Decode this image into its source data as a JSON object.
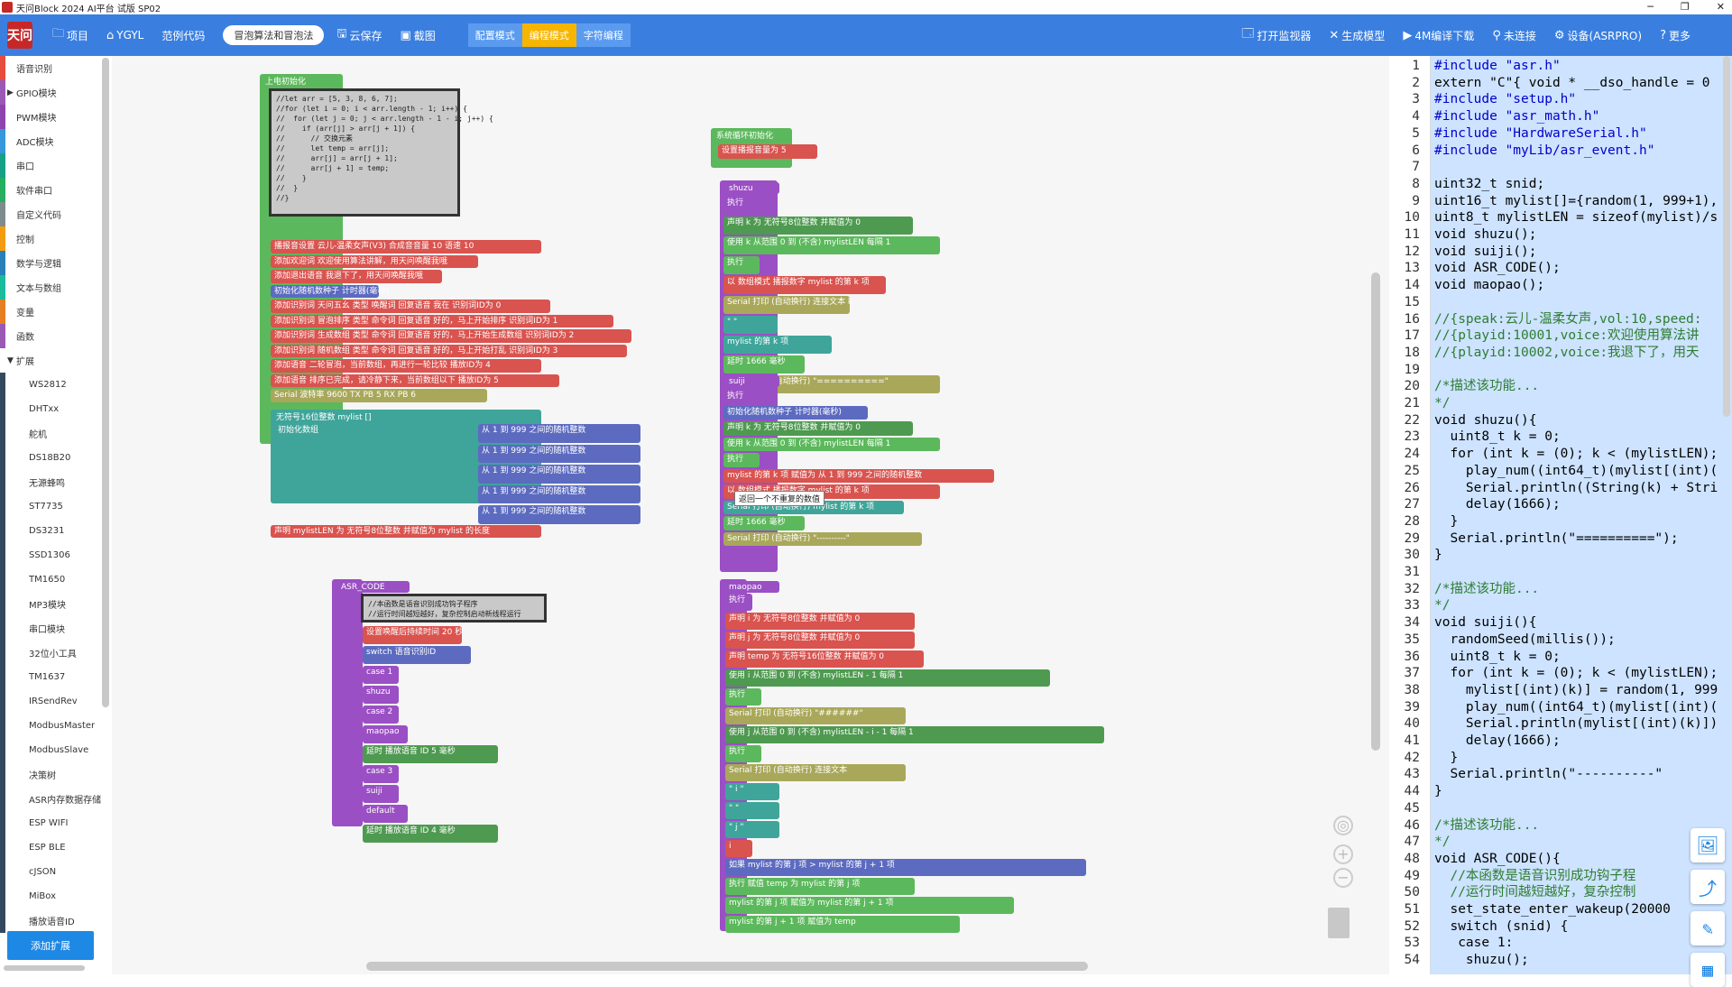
{
  "window": {
    "title": "天问Block 2024 AI平台 试版 SP02",
    "controls": [
      "─",
      "❐",
      "✕"
    ]
  },
  "toolbar": {
    "logo": "天问",
    "items": [
      {
        "icon": "folder-icon",
        "glyph": "🗀",
        "label": "项目"
      },
      {
        "icon": "home-icon",
        "glyph": "⌂",
        "label": "YGYL"
      },
      {
        "icon": "",
        "glyph": "",
        "label": "范例代码"
      }
    ],
    "project_name": "冒泡算法和冒泡法",
    "items2": [
      {
        "icon": "cloud-save-icon",
        "glyph": "🖫",
        "label": "云保存"
      },
      {
        "icon": "screenshot-icon",
        "glyph": "▣",
        "label": "截图"
      }
    ],
    "modes": [
      "配置模式",
      "编程模式",
      "字符编程"
    ],
    "active_mode": "编程模式",
    "right": [
      {
        "icon": "monitor-icon",
        "glyph": "🗔",
        "label": "打开监视器"
      },
      {
        "icon": "tool-icon",
        "glyph": "✕",
        "label": "生成模型"
      },
      {
        "icon": "download-icon",
        "glyph": "▶",
        "label": "4M编译下载"
      },
      {
        "icon": "link-icon",
        "glyph": "⚲",
        "label": "未连接"
      },
      {
        "icon": "gear-icon",
        "glyph": "⚙",
        "label": "设备(ASRPRO)"
      },
      {
        "icon": "help-icon",
        "glyph": "?",
        "label": "更多"
      }
    ]
  },
  "sidebar": {
    "categories": [
      {
        "label": "语音识别",
        "color": "#e74c3c",
        "sub": false
      },
      {
        "label": "GPIO模块",
        "color": "#9b59b6",
        "sub": false,
        "arrow": "▶"
      },
      {
        "label": "PWM模块",
        "color": "#8e44ad",
        "sub": false
      },
      {
        "label": "ADC模块",
        "color": "#3498db",
        "sub": false
      },
      {
        "label": "串口",
        "color": "#16a085",
        "sub": false
      },
      {
        "label": "软件串口",
        "color": "#27ae60",
        "sub": false
      },
      {
        "label": "自定义代码",
        "color": "#7f8c8d",
        "sub": false
      },
      {
        "label": "控制",
        "color": "#f39c12",
        "sub": false
      },
      {
        "label": "数学与逻辑",
        "color": "#2980b9",
        "sub": false
      },
      {
        "label": "文本与数组",
        "color": "#1abc9c",
        "sub": false
      },
      {
        "label": "变量",
        "color": "#e67e22",
        "sub": false
      },
      {
        "label": "函数",
        "color": "#9b59b6",
        "sub": false
      },
      {
        "label": "扩展",
        "color": "#ffffff",
        "sub": false,
        "arrow": "▼"
      },
      {
        "label": "WS2812",
        "color": "#34495e",
        "sub": true
      },
      {
        "label": "DHTxx",
        "color": "#34495e",
        "sub": true
      },
      {
        "label": "舵机",
        "color": "#34495e",
        "sub": true
      },
      {
        "label": "DS18B20",
        "color": "#34495e",
        "sub": true
      },
      {
        "label": "无源蜂鸣",
        "color": "#34495e",
        "sub": true
      },
      {
        "label": "ST7735",
        "color": "#34495e",
        "sub": true
      },
      {
        "label": "DS3231",
        "color": "#34495e",
        "sub": true
      },
      {
        "label": "SSD1306",
        "color": "#34495e",
        "sub": true
      },
      {
        "label": "TM1650",
        "color": "#34495e",
        "sub": true
      },
      {
        "label": "MP3模块",
        "color": "#34495e",
        "sub": true
      },
      {
        "label": "串口模块",
        "color": "#34495e",
        "sub": true
      },
      {
        "label": "32位小工具",
        "color": "#34495e",
        "sub": true
      },
      {
        "label": "TM1637",
        "color": "#34495e",
        "sub": true
      },
      {
        "label": "IRSendRev",
        "color": "#34495e",
        "sub": true
      },
      {
        "label": "ModbusMaster",
        "color": "#34495e",
        "sub": true
      },
      {
        "label": "ModbusSlave",
        "color": "#34495e",
        "sub": true
      },
      {
        "label": "决策树",
        "color": "#34495e",
        "sub": true
      },
      {
        "label": "ASR内存数据存储",
        "color": "#34495e",
        "sub": true
      },
      {
        "label": "ESP WIFI",
        "color": "#34495e",
        "sub": true
      },
      {
        "label": "ESP BLE",
        "color": "#34495e",
        "sub": true
      },
      {
        "label": "cJSON",
        "color": "#34495e",
        "sub": true
      },
      {
        "label": "MiBox",
        "color": "#34495e",
        "sub": true
      },
      {
        "label": "播放语音ID",
        "color": "#34495e",
        "sub": true
      }
    ],
    "add_extension": "添加扩展"
  },
  "blocks": {
    "init_label": "上电初始化",
    "init_comment": "//let arr = [5, 3, 8, 6, 7];\n//for (let i = 0; i < arr.length - 1; i++) {\n//  for (let j = 0; j < arr.length - 1 - i; j++) {\n//    if (arr[j] > arr[j + 1]) {\n//      // 交换元素\n//      let temp = arr[j];\n//      arr[j] = arr[j + 1];\n//      arr[j + 1] = temp;\n//    }\n//  }\n//}",
    "init_rows": [
      "播报音设置 云儿-温柔女声(V3) 合成音音量 10 语速 10",
      "添加欢迎词 欢迎使用算法讲解，用天问唤醒我哦",
      "添加退出语音 我退下了，用天问唤醒我哦",
      "初始化随机数种子 计时器(毫秒)",
      "添加识别词 天问五幺 类型 唤醒词 回复语音 我在 识别词ID为 0",
      "添加识别词 冒泡排序 类型 命令词 回复语音 好的，马上开始排序 识别词ID为 1",
      "添加识别词 生成数组 类型 命令词 回复语音 好的，马上开始生成数组 识别词ID为 2",
      "添加识别词 随机数组 类型 命令词 回复语音 好的，马上开始打乱 识别词ID为 3",
      "添加语音 二轮冒泡，当前数组，再进行一轮比较 播放ID为 4",
      "添加语音 排序已完成，请冷静下来，当前数组以下 播放ID为 5",
      "Serial 波特率 9600 TX PB 5 RX PB 6"
    ],
    "array_decl": "无符号16位整数 mylist []",
    "array_init": "初始化数组",
    "random_rows": [
      "从 1 到 999 之间的随机整数",
      "从 1 到 999 之间的随机整数",
      "从 1 到 999 之间的随机整数",
      "从 1 到 999 之间的随机整数",
      "从 1 到 999 之间的随机整数"
    ],
    "len_decl": "声明 mylistLEN 为 无符号8位整数 并赋值为 mylist 的长度",
    "asr_label": "ASR_CODE",
    "asr_comment": "//本函数是语音识别成功钩子程序\n//运行时间越短越好，复杂控制启动新线程运行",
    "asr_rows": [
      "设置唤醒后持续时间 20 秒",
      "switch 语音识别ID",
      "case 1",
      "shuzu",
      "case 2",
      "maopao",
      "延时 播放语音 ID 5 毫秒",
      "case 3",
      "suiji",
      "default",
      "延时 播放语音 ID 4 毫秒"
    ],
    "loop_label": "系统循环初始化",
    "loop_row": "设置播报音量为 5",
    "shuzu_label": "shuzu",
    "shuzu_rows": [
      "执行",
      "声明 k 为 无符号8位整数 并赋值为 0",
      "使用 k 从范围 0 到 (不含) mylistLEN 每隔 1",
      "执行",
      "以 数组模式 播报数字 mylist 的第 k 项",
      "Serial 打印 (自动换行) 连接文本 k",
      "\" \"",
      "mylist 的第 k 项",
      "延时 1666 毫秒",
      "Serial 打印 (自动换行) \"==========\""
    ],
    "suiji_label": "suiji",
    "suiji_rows": [
      "执行",
      "初始化随机数种子 计时器(毫秒)",
      "声明 k 为 无符号8位整数 并赋值为 0",
      "使用 k 从范围 0 到 (不含) mylistLEN 每隔 1",
      "执行",
      "mylist 的第 k 项 赋值为 从 1 到 999 之间的随机整数",
      "以 数组模式 播报数字 mylist 的第 k 项",
      "Serial 打印 (自动换行) mylist 的第 k 项",
      "延时 1666 毫秒",
      "Serial 打印 (自动换行) \"----------\""
    ],
    "tooltip": "返回一个不重复的数值",
    "maopao_label": "maopao",
    "maopao_rows": [
      "执行",
      "声明 i 为 无符号8位整数 并赋值为 0",
      "声明 j 为 无符号8位整数 并赋值为 0",
      "声明 temp 为 无符号16位整数 并赋值为 0",
      "使用 i 从范围 0 到 (不含) mylistLEN - 1 每隔 1",
      "执行",
      "Serial 打印 (自动换行) \"######\"",
      "使用 j 从范围 0 到 (不含) mylistLEN - i - 1 每隔 1",
      "执行",
      "Serial 打印 (自动换行) 连接文本",
      "\" i \"",
      "\" \"",
      "\" j \"",
      "i",
      "如果 mylist 的第 j 项 > mylist 的第 j + 1 项",
      "执行 赋值 temp 为 mylist 的第 j 项",
      "mylist 的第 j 项 赋值为 mylist 的第 j + 1 项",
      "mylist 的第 j + 1 项 赋值为 temp"
    ]
  },
  "workspace_controls": [
    "◎",
    "+",
    "−"
  ],
  "code_lines": [
    {
      "n": "1",
      "t": "#include \"asr.h\"",
      "c": "kw"
    },
    {
      "n": "2",
      "t": "extern \"C\"{ void * __dso_handle = 0",
      "c": ""
    },
    {
      "n": "3",
      "t": "#include \"setup.h\"",
      "c": "kw"
    },
    {
      "n": "4",
      "t": "#include \"asr_math.h\"",
      "c": "kw"
    },
    {
      "n": "5",
      "t": "#include \"HardwareSerial.h\"",
      "c": "kw"
    },
    {
      "n": "6",
      "t": "#include \"myLib/asr_event.h\"",
      "c": "kw"
    },
    {
      "n": "7",
      "t": "",
      "c": ""
    },
    {
      "n": "8",
      "t": "uint32_t snid;",
      "c": ""
    },
    {
      "n": "9",
      "t": "uint16_t mylist[]={random(1, 999+1),",
      "c": ""
    },
    {
      "n": "10",
      "t": "uint8_t mylistLEN = sizeof(mylist)/s",
      "c": ""
    },
    {
      "n": "11",
      "t": "void shuzu();",
      "c": ""
    },
    {
      "n": "12",
      "t": "void suiji();",
      "c": ""
    },
    {
      "n": "13",
      "t": "void ASR_CODE();",
      "c": ""
    },
    {
      "n": "14",
      "t": "void maopao();",
      "c": ""
    },
    {
      "n": "15",
      "t": "",
      "c": ""
    },
    {
      "n": "16",
      "t": "//{speak:云儿-温柔女声,vol:10,speed:",
      "c": "cm"
    },
    {
      "n": "17",
      "t": "//{playid:10001,voice:欢迎使用算法讲",
      "c": "cm"
    },
    {
      "n": "18",
      "t": "//{playid:10002,voice:我退下了，用天",
      "c": "cm"
    },
    {
      "n": "19",
      "t": "",
      "c": ""
    },
    {
      "n": "20",
      "t": "/*描述该功能...",
      "c": "cm"
    },
    {
      "n": "21",
      "t": "*/",
      "c": "cm"
    },
    {
      "n": "22",
      "t": "void shuzu(){",
      "c": ""
    },
    {
      "n": "23",
      "t": "  uint8_t k = 0;",
      "c": ""
    },
    {
      "n": "24",
      "t": "  for (int k = (0); k < (mylistLEN);",
      "c": ""
    },
    {
      "n": "25",
      "t": "    play_num((int64_t)(mylist[(int)(",
      "c": ""
    },
    {
      "n": "26",
      "t": "    Serial.println((String(k) + Stri",
      "c": ""
    },
    {
      "n": "27",
      "t": "    delay(1666);",
      "c": ""
    },
    {
      "n": "28",
      "t": "  }",
      "c": ""
    },
    {
      "n": "29",
      "t": "  Serial.println(\"==========\");",
      "c": ""
    },
    {
      "n": "30",
      "t": "}",
      "c": ""
    },
    {
      "n": "31",
      "t": "",
      "c": ""
    },
    {
      "n": "32",
      "t": "/*描述该功能...",
      "c": "cm"
    },
    {
      "n": "33",
      "t": "*/",
      "c": "cm"
    },
    {
      "n": "34",
      "t": "void suiji(){",
      "c": ""
    },
    {
      "n": "35",
      "t": "  randomSeed(millis());",
      "c": ""
    },
    {
      "n": "36",
      "t": "  uint8_t k = 0;",
      "c": ""
    },
    {
      "n": "37",
      "t": "  for (int k = (0); k < (mylistLEN);",
      "c": ""
    },
    {
      "n": "38",
      "t": "    mylist[(int)(k)] = random(1, 999",
      "c": ""
    },
    {
      "n": "39",
      "t": "    play_num((int64_t)(mylist[(int)(",
      "c": ""
    },
    {
      "n": "40",
      "t": "    Serial.println(mylist[(int)(k)])",
      "c": ""
    },
    {
      "n": "41",
      "t": "    delay(1666);",
      "c": ""
    },
    {
      "n": "42",
      "t": "  }",
      "c": ""
    },
    {
      "n": "43",
      "t": "  Serial.println(\"----------\"",
      "c": ""
    },
    {
      "n": "44",
      "t": "}",
      "c": ""
    },
    {
      "n": "45",
      "t": "",
      "c": ""
    },
    {
      "n": "46",
      "t": "/*描述该功能...",
      "c": "cm"
    },
    {
      "n": "47",
      "t": "*/",
      "c": "cm"
    },
    {
      "n": "48",
      "t": "void ASR_CODE(){",
      "c": ""
    },
    {
      "n": "49",
      "t": "  //本函数是语音识别成功钩子程",
      "c": "cm"
    },
    {
      "n": "50",
      "t": "  //运行时间越短越好，复杂控制",
      "c": "cm"
    },
    {
      "n": "51",
      "t": "  set_state_enter_wakeup(20000",
      "c": ""
    },
    {
      "n": "52",
      "t": "  switch (snid) {",
      "c": ""
    },
    {
      "n": "53",
      "t": "   case 1:",
      "c": ""
    },
    {
      "n": "54",
      "t": "    shuzu();",
      "c": ""
    }
  ],
  "floating_tools": [
    {
      "name": "image-tool-icon",
      "glyph": "🖼"
    },
    {
      "name": "share-icon",
      "glyph": "⤴"
    },
    {
      "name": "edit-icon",
      "glyph": "✎"
    },
    {
      "name": "qrcode-icon",
      "glyph": "▦"
    }
  ]
}
